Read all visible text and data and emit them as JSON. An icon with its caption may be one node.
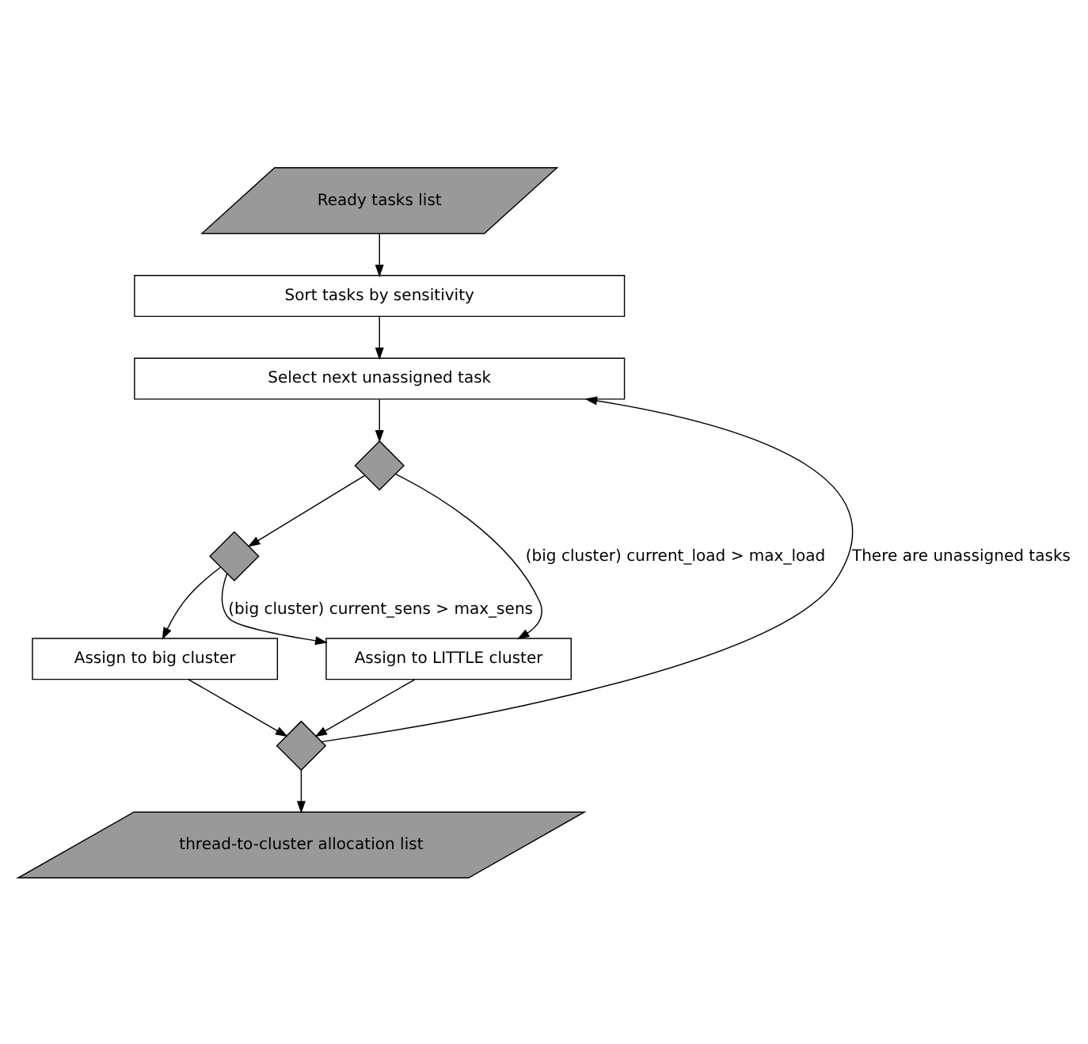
{
  "diagram": {
    "nodes": [
      {
        "text": [
          "Ready tasks list"
        ]
      },
      {
        "text": [
          "Sort tasks by sensitivity"
        ]
      },
      {
        "text": [
          "Select next unassigned task"
        ]
      },
      {
        "text": [],
        "shape": "diamond"
      },
      {
        "text": [],
        "shape": "diamond"
      },
      {
        "text": [
          "Assign to big cluster"
        ]
      },
      {
        "text": [
          "Assign to LITTLE cluster"
        ]
      },
      {
        "text": [],
        "shape": "diamond"
      },
      {
        "text": [
          "thread-to-cluster allocation list"
        ]
      }
    ],
    "edges": [
      {
        "from": 0,
        "to": 1,
        "arrow": "to"
      },
      {
        "from": 1,
        "to": 2,
        "arrow": "to"
      },
      {
        "from": 2,
        "to": 3,
        "arrow": "to"
      },
      {
        "from": 3,
        "to": 4,
        "arrow": "to"
      },
      {
        "from": 3,
        "to": 6,
        "arrow": "to",
        "label": "(big cluster) current_load > max_load"
      },
      {
        "from": 4,
        "to": 5,
        "arrow": "to"
      },
      {
        "from": 4,
        "to": 6,
        "arrow": "to",
        "label": "(big cluster) current_sens > max_sens"
      },
      {
        "from": 5,
        "to": 7,
        "arrow": "to"
      },
      {
        "from": 6,
        "to": 7,
        "arrow": "to"
      },
      {
        "from": 7,
        "to": 2,
        "arrow": "to",
        "label": "There are unassigned tasks"
      },
      {
        "from": 7,
        "to": 8,
        "arrow": "to"
      }
    ]
  }
}
